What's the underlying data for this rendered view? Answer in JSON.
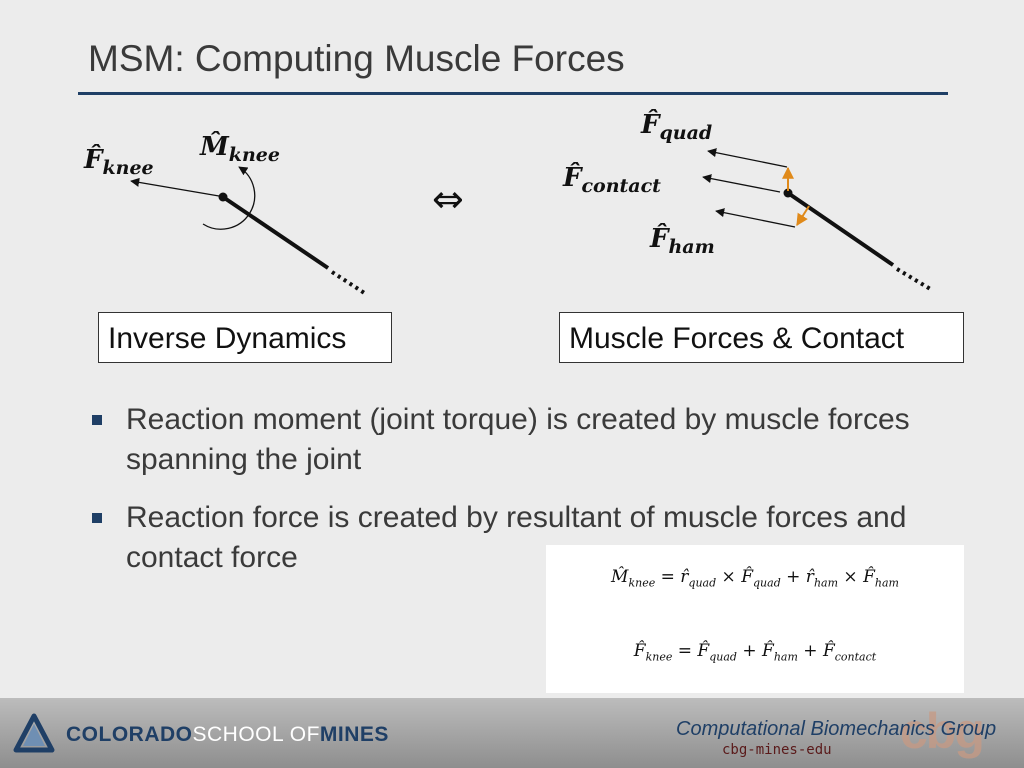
{
  "slide": {
    "title": "MSM: Computing Muscle Forces"
  },
  "diagram": {
    "left": {
      "force_symbol": "F̂",
      "force_sub": "knee",
      "moment_symbol": "M̂",
      "moment_sub": "knee"
    },
    "equivalence_symbol": "⇔",
    "right": {
      "quad_symbol": "F̂",
      "quad_sub": "quad",
      "contact_symbol": "F̂",
      "contact_sub": "contact",
      "ham_symbol": "F̂",
      "ham_sub": "ham"
    },
    "box_inverse": "Inverse Dynamics",
    "box_muscle": "Muscle Forces & Contact"
  },
  "bullets": [
    "Reaction moment (joint torque) is created by muscle forces spanning the joint",
    "Reaction force is created by resultant of muscle forces and contact force"
  ],
  "equations": {
    "moment": {
      "lhs": "M̂",
      "lhs_sub": "knee",
      "t1": " = r̂",
      "t1_sub": "quad",
      "t2": " × F̂",
      "t2_sub": "quad",
      "t3": " + r̂",
      "t3_sub": "ham",
      "t4": " × F̂",
      "t4_sub": "ham"
    },
    "force": {
      "lhs": "F̂",
      "lhs_sub": "knee",
      "t1": " = F̂",
      "t1_sub": "quad",
      "t2": " + F̂",
      "t2_sub": "ham",
      "t3": " + F̂",
      "t3_sub": "contact"
    }
  },
  "footer": {
    "school_part1": "COLORADO",
    "school_part2": "SCHOOL OF",
    "school_part3": "MINES",
    "cbg_mark": "cbg",
    "group_name": "Computational Biomechanics Group",
    "group_url": "cbg-mines-edu"
  },
  "colors": {
    "accent_navy": "#1f3f66",
    "arrow_orange": "#e08a1a",
    "footer_gray": "#a6a6a6"
  }
}
